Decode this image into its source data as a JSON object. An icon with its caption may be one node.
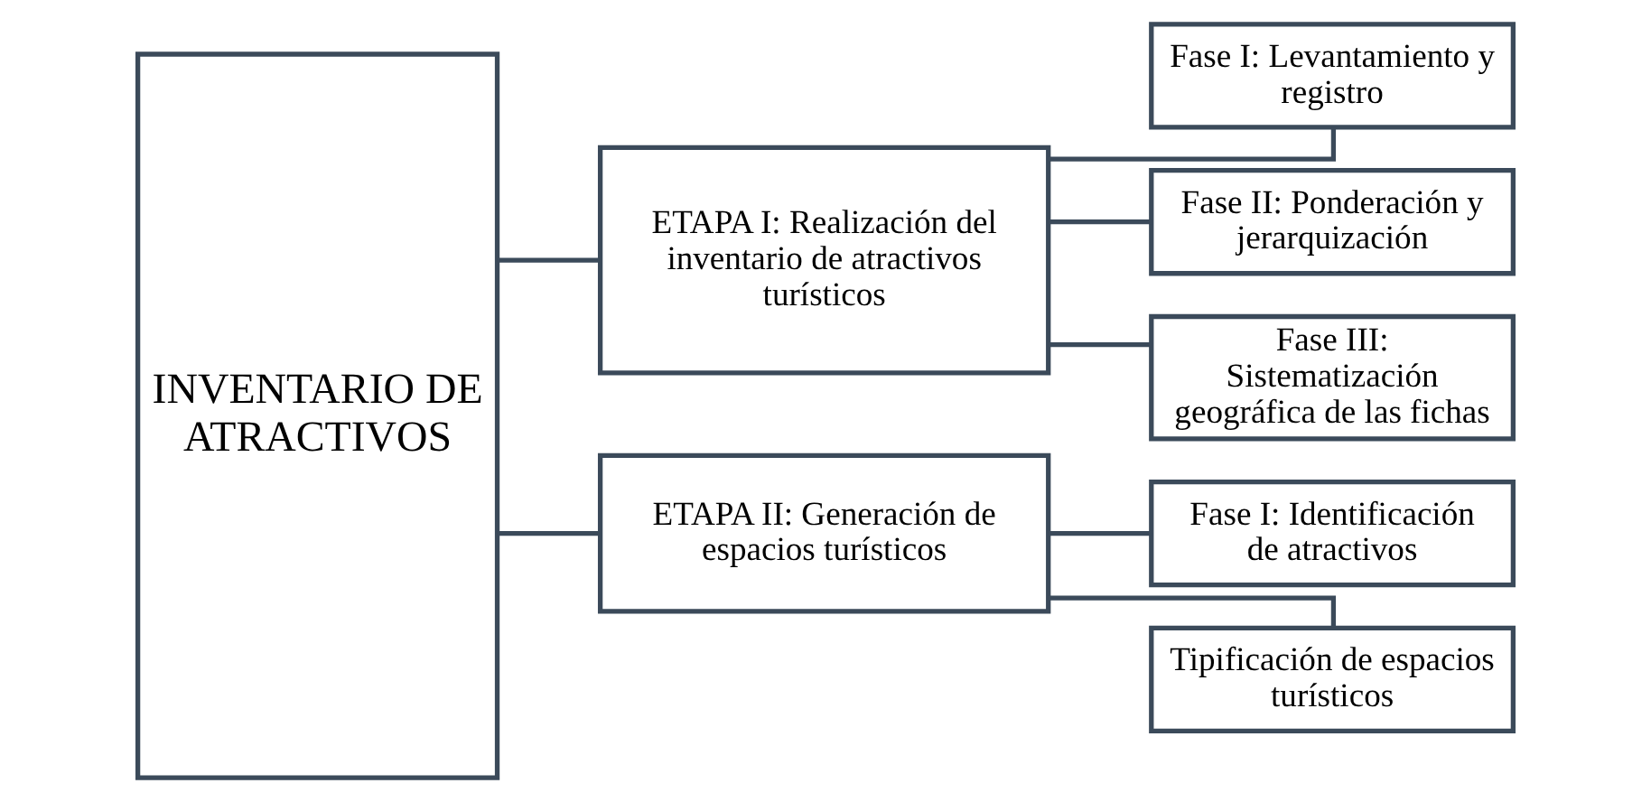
{
  "diagram": {
    "nodes": [
      {
        "text": [
          "INVENTARIO DE ATRACTIVOS"
        ]
      },
      {
        "text": [
          "ETAPA I: Realización del inventario de atractivos turísticos"
        ]
      },
      {
        "text": [
          "ETAPA II: Generación de espacios turísticos"
        ]
      },
      {
        "text": [
          "Fase I: Levantamiento y registro"
        ]
      },
      {
        "text": [
          "Fase II: Ponderación y jerarquización"
        ]
      },
      {
        "text": [
          "Fase III: Sistematización geográfica de las fichas"
        ]
      },
      {
        "text": [
          "Fase I: Identificación de atractivos"
        ]
      },
      {
        "text": [
          "Tipificación de espacios turísticos"
        ]
      }
    ],
    "edges": [
      {
        "from": 0,
        "to": 1,
        "arrow": "none"
      },
      {
        "from": 0,
        "to": 2,
        "arrow": "none"
      },
      {
        "from": 1,
        "to": 3,
        "arrow": "none"
      },
      {
        "from": 1,
        "to": 4,
        "arrow": "none"
      },
      {
        "from": 1,
        "to": 5,
        "arrow": "none"
      },
      {
        "from": 2,
        "to": 6,
        "arrow": "none"
      },
      {
        "from": 2,
        "to": 7,
        "arrow": "none"
      }
    ]
  }
}
